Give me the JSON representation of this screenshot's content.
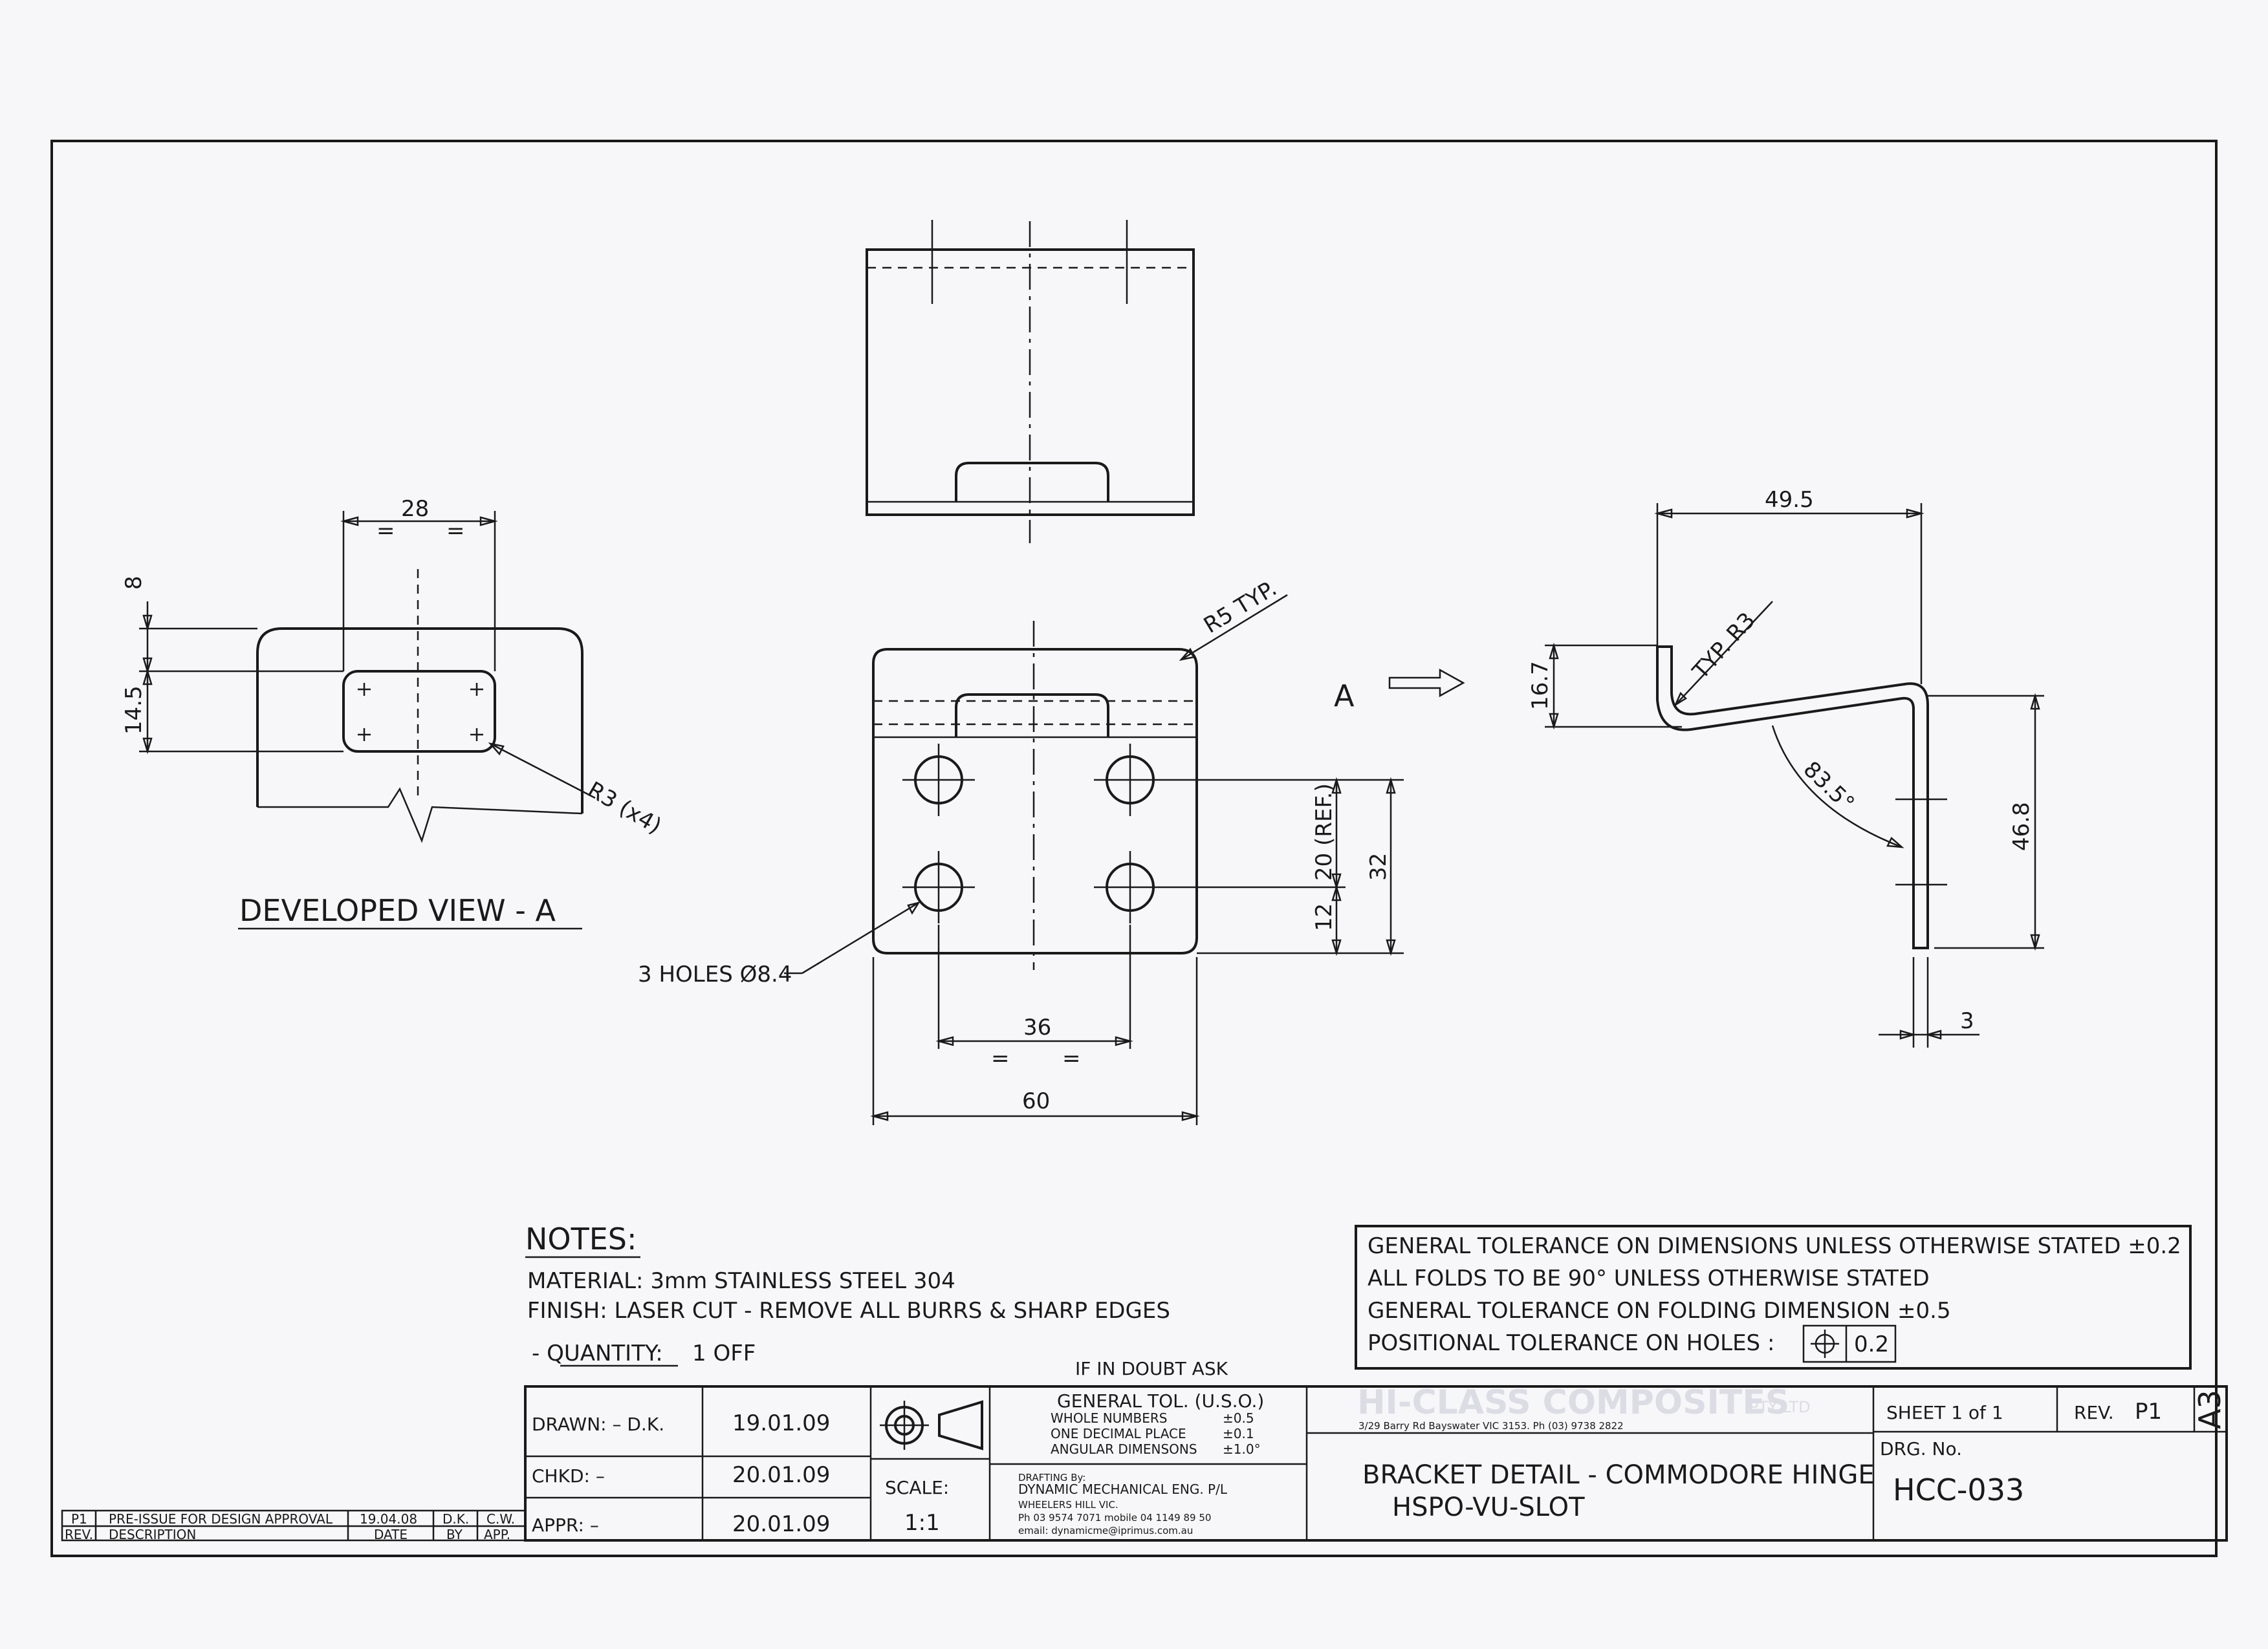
{
  "drawing": {
    "views": {
      "developed": {
        "title": "DEVELOPED VIEW - A",
        "dims": {
          "width": "28",
          "top": "8",
          "height": "14.5",
          "radius": "R3 (x4)",
          "eq": "="
        }
      },
      "front": {
        "radius": "R5 TYP.",
        "holes": "3 HOLES Ø8.4",
        "dims": {
          "w_holes": "36",
          "w_total": "60",
          "v_ref": "20 (REF.)",
          "v_32": "32",
          "v_12": "12",
          "eq": "="
        }
      },
      "side": {
        "view_label": "A",
        "dims": {
          "length": "49.5",
          "radius": "TYP. R3",
          "height_top": "16.7",
          "angle": "83.5°",
          "height": "46.8",
          "thickness": "3"
        }
      }
    },
    "notes": {
      "heading": "NOTES:",
      "lines": [
        "MATERIAL: 3mm STAINLESS STEEL 304",
        "FINISH: LASER CUT - REMOVE ALL BURRS & SHARP EDGES"
      ],
      "quantity_label": "- QUANTITY:",
      "quantity_value": "1 OFF"
    },
    "tolerance_box": {
      "lines": [
        "GENERAL TOLERANCE ON DIMENSIONS UNLESS OTHERWISE STATED ±0.2",
        "ALL FOLDS TO BE 90° UNLESS OTHERWISE STATED",
        "GENERAL TOLERANCE ON FOLDING DIMENSION ±0.5",
        "POSITIONAL TOLERANCE ON HOLES :"
      ],
      "position_value": "0.2"
    },
    "title_block": {
      "if_in_doubt": "IF IN DOUBT ASK",
      "drawn_label": "DRAWN: – D.K.",
      "drawn_date": "19.01.09",
      "chkd_label": "CHKD: –",
      "chkd_date": "20.01.09",
      "appr_label": "APPR: –",
      "appr_date": "20.01.09",
      "scale_label": "SCALE:",
      "scale_value": "1:1",
      "gen_tol_title": "GENERAL TOL. (U.S.O.)",
      "gen_tol_rows": [
        {
          "label": "WHOLE NUMBERS",
          "value": "±0.5"
        },
        {
          "label": "ONE DECIMAL PLACE",
          "value": "±0.1"
        },
        {
          "label": "ANGULAR DIMENSONS",
          "value": "±1.0°"
        }
      ],
      "drafting_by": "DRAFTING By:",
      "drafting_company": "DYNAMIC MECHANICAL ENG. P/L",
      "drafting_lines": [
        "WHEELERS HILL VIC.",
        "Ph 03 9574 7071 mobile 04 1149 89 50",
        "email: dynamicme@iprimus.com.au"
      ],
      "client_name": "HI-CLASS COMPOSITES",
      "client_suffix": "PTY LTD",
      "client_address": "3/29 Barry Rd Bayswater VIC 3153. Ph (03) 9738 2822",
      "title_line1": "BRACKET DETAIL - COMMODORE HINGE",
      "title_line2": "HSPO-VU-SLOT",
      "sheet_label": "SHEET   1 of 1",
      "rev_label": "REV.",
      "rev_value": "P1",
      "size": "A3",
      "drg_label": "DRG. No.",
      "drg_value": "HCC-033"
    },
    "revision_table": {
      "row": {
        "rev": "P1",
        "description": "PRE-ISSUE FOR DESIGN APPROVAL",
        "date": "19.04.08",
        "by": "D.K.",
        "app": "C.W."
      },
      "headers": {
        "rev": "REV.",
        "description": "DESCRIPTION",
        "date": "DATE",
        "by": "BY",
        "app": "APP."
      }
    }
  }
}
